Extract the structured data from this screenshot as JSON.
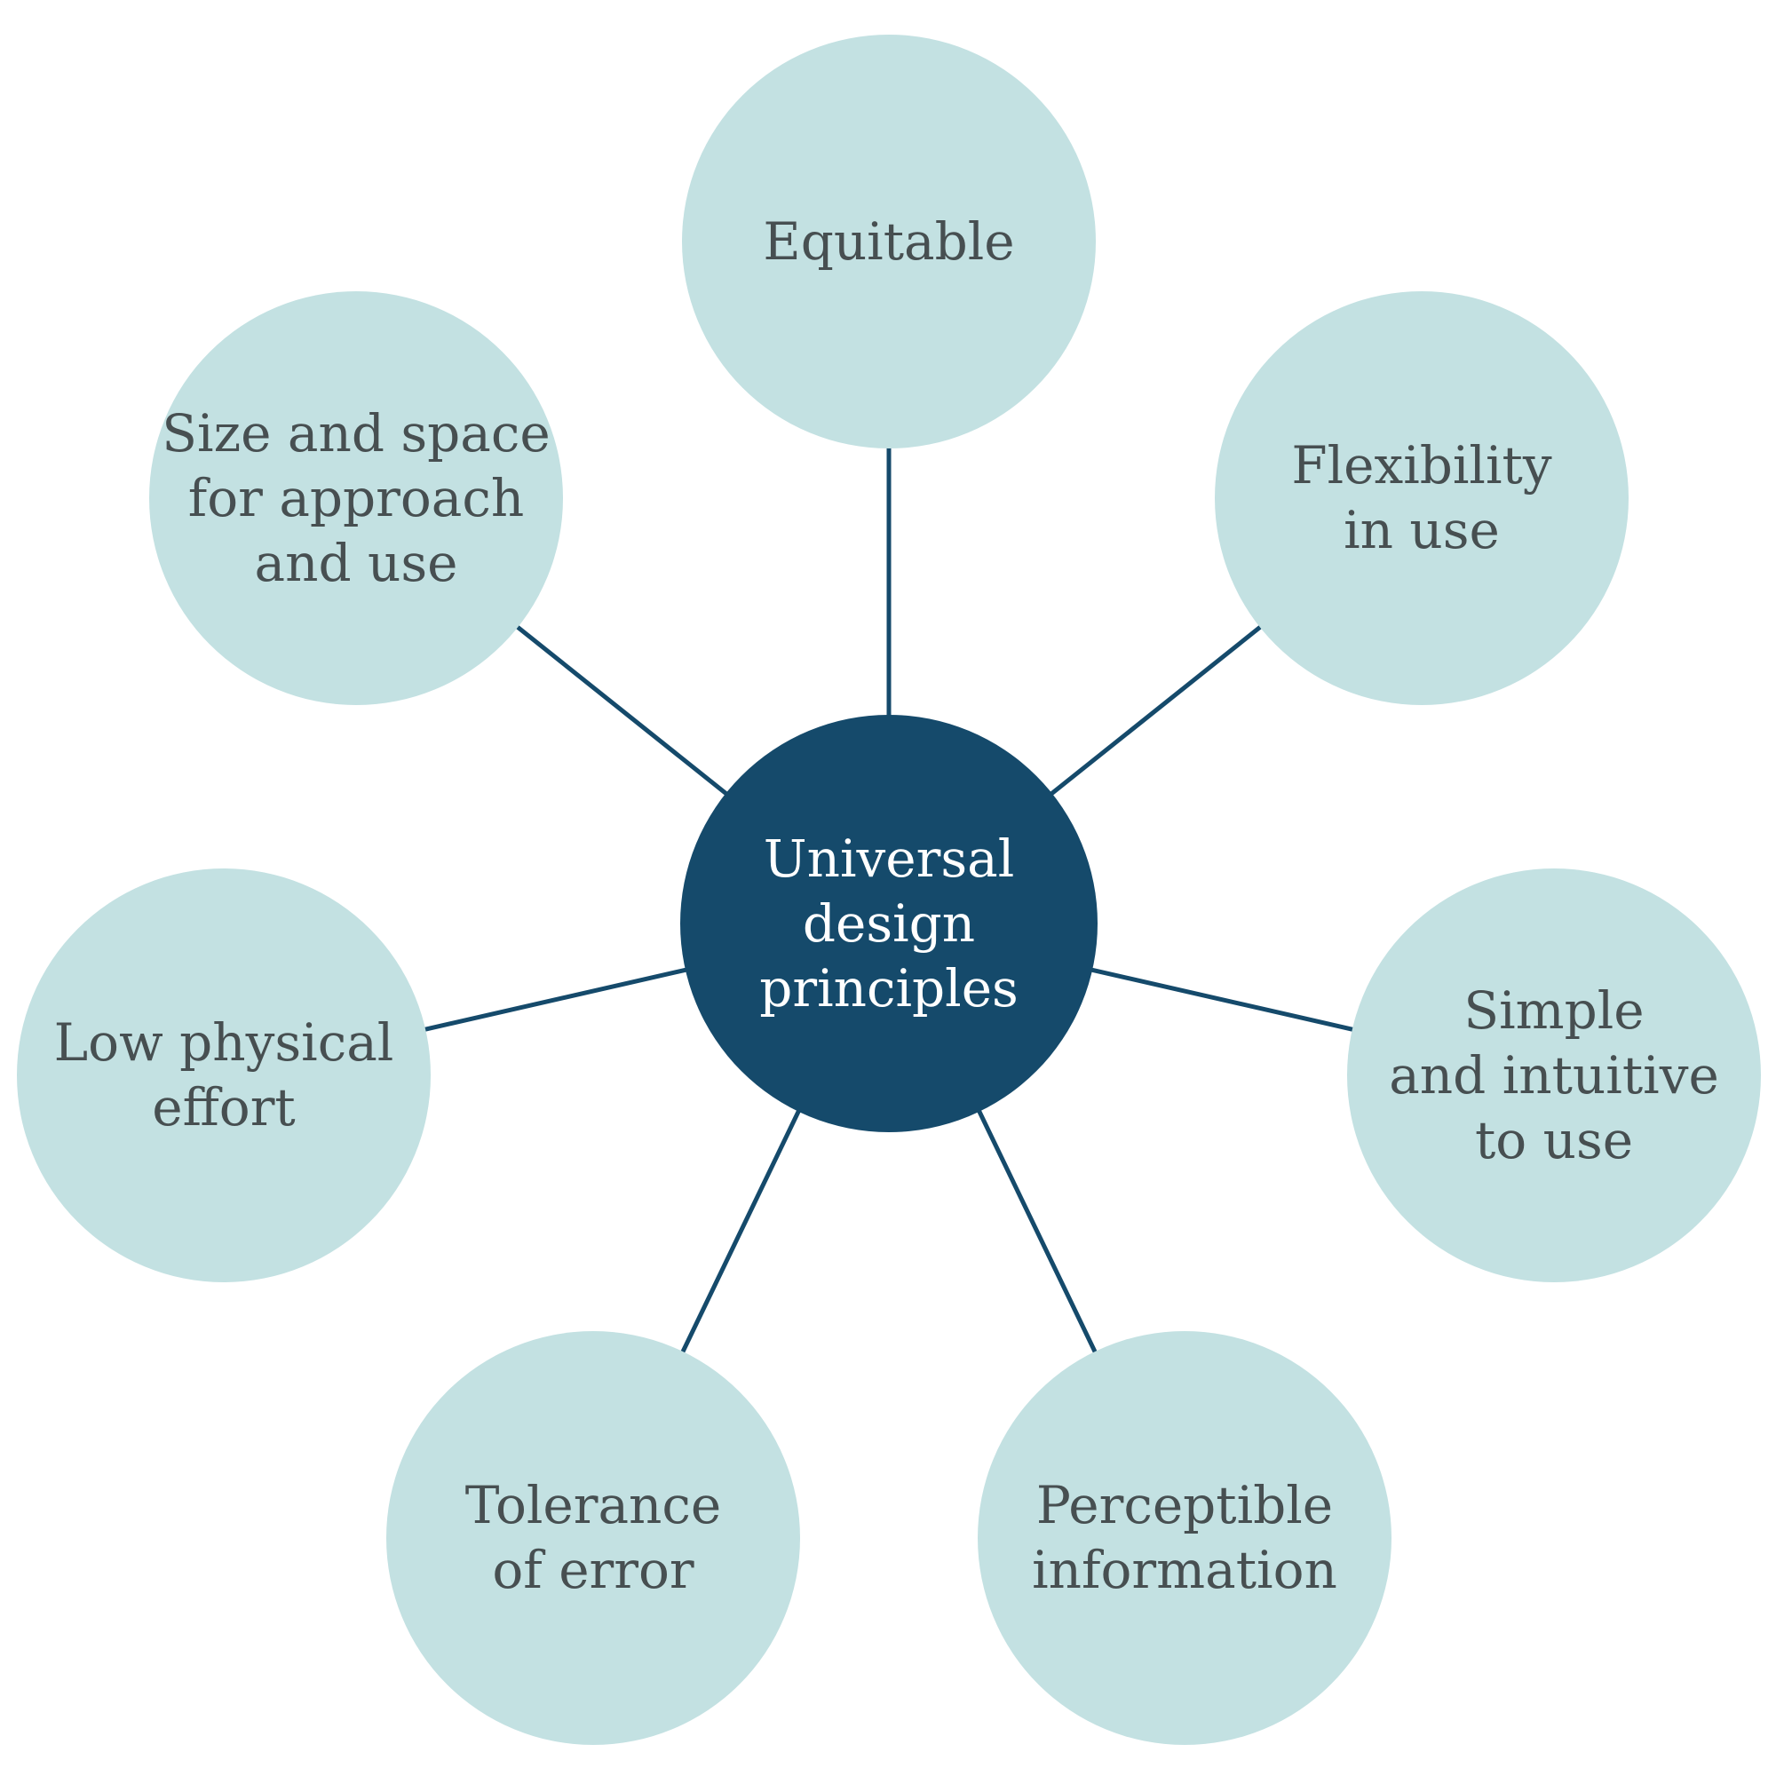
{
  "diagram": {
    "center_node": {
      "label": "Universal design principles",
      "lines": [
        "Universal",
        "design",
        "principles"
      ]
    },
    "nodes": [
      {
        "id": "equitable",
        "label": "Equitable",
        "lines": [
          "Equitable"
        ]
      },
      {
        "id": "flexibility-in-use",
        "label": "Flexibility in use",
        "lines": [
          "Flexibility",
          "in use"
        ]
      },
      {
        "id": "simple-and-intuitive-to-use",
        "label": "Simple and intuitive to use",
        "lines": [
          "Simple",
          "and intuitive",
          "to use"
        ]
      },
      {
        "id": "perceptible-information",
        "label": "Perceptible information",
        "lines": [
          "Perceptible",
          "information"
        ]
      },
      {
        "id": "tolerance-of-error",
        "label": "Tolerance of error",
        "lines": [
          "Tolerance",
          "of error"
        ]
      },
      {
        "id": "low-physical-effort",
        "label": "Low physical effort",
        "lines": [
          "Low physical",
          "effort"
        ]
      },
      {
        "id": "size-and-space-for-approach-and-use",
        "label": "Size and space for approach and use",
        "lines": [
          "Size and space",
          "for approach",
          "and use"
        ]
      }
    ],
    "colors": {
      "center_fill": "#154A6B",
      "satellite_fill": "#C3E1E2",
      "satellite_text": "#474F51",
      "center_text": "#FFFFFF",
      "connector": "#154A6B",
      "background": "#FFFFFF"
    }
  }
}
